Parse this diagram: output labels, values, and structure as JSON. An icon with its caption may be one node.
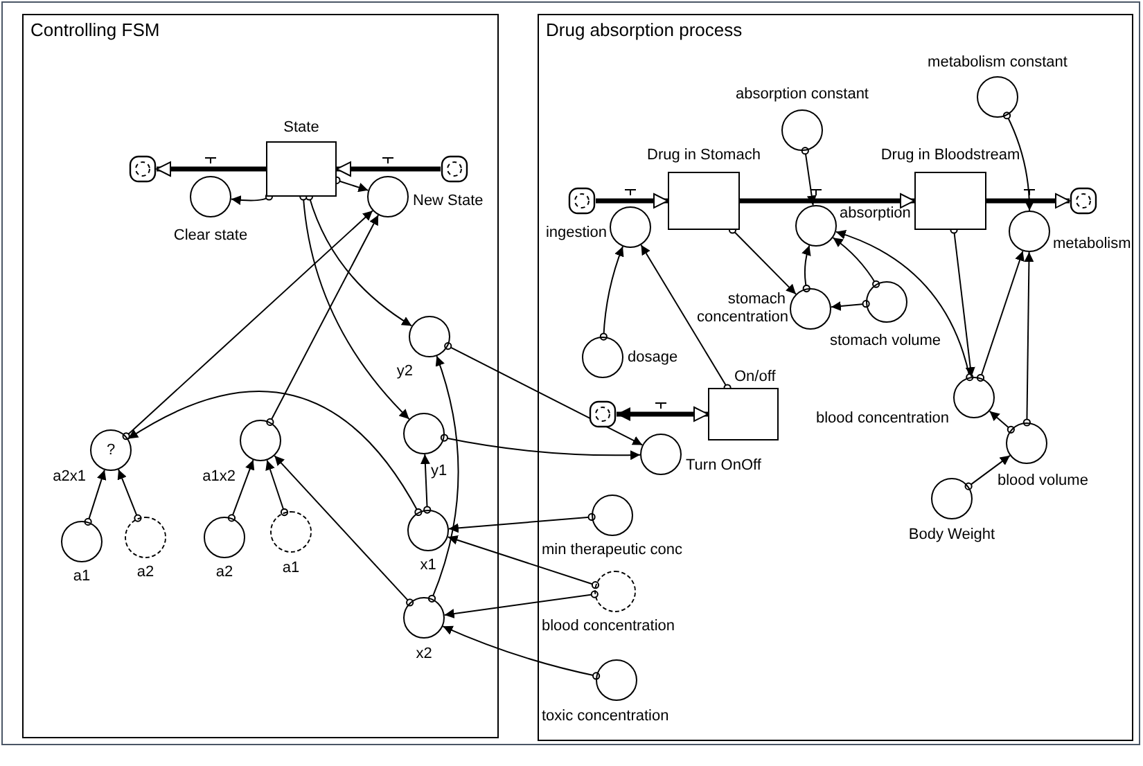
{
  "diagram": {
    "nodes": [
      {
        "text": [
          "Controlling FSM"
        ]
      },
      {
        "text": [
          "Drug absorption process"
        ]
      },
      {
        "text": [
          "State"
        ],
        "in": 0
      },
      {
        "text": [],
        "shape": "cloud",
        "in": 0
      },
      {
        "text": [],
        "shape": "cloud",
        "in": 0
      },
      {
        "text": [
          "Clear state"
        ],
        "in": 0
      },
      {
        "text": [
          "New State"
        ],
        "in": 0
      },
      {
        "text": [
          "y2"
        ],
        "in": 0
      },
      {
        "text": [
          "y1"
        ],
        "in": 0
      },
      {
        "text": [
          "x1"
        ],
        "in": 0
      },
      {
        "text": [
          "x2"
        ],
        "in": 0
      },
      {
        "text": [
          "?",
          "a2x1"
        ],
        "in": 0
      },
      {
        "text": [
          "a1x2"
        ],
        "in": 0
      },
      {
        "text": [
          "a1"
        ],
        "in": 0
      },
      {
        "text": [
          "a2"
        ],
        "in": 0
      },
      {
        "text": [
          "a2"
        ],
        "in": 0
      },
      {
        "text": [
          "a1"
        ],
        "in": 0
      },
      {
        "text": [],
        "shape": "cloud",
        "in": 1
      },
      {
        "text": [
          "Drug in Stomach"
        ],
        "in": 1
      },
      {
        "text": [
          "ingestion"
        ],
        "in": 1
      },
      {
        "text": [
          "absorption constant"
        ],
        "in": 1
      },
      {
        "text": [
          "absorption"
        ],
        "in": 1
      },
      {
        "text": [
          "Drug in Bloodstream"
        ],
        "in": 1
      },
      {
        "text": [
          "metabolism constant"
        ],
        "in": 1
      },
      {
        "text": [
          "metabolism"
        ],
        "in": 1
      },
      {
        "text": [],
        "shape": "cloud",
        "in": 1
      },
      {
        "text": [
          "stomach concentration"
        ],
        "in": 1
      },
      {
        "text": [
          "stomach volume"
        ],
        "in": 1
      },
      {
        "text": [
          "dosage"
        ],
        "in": 1
      },
      {
        "text": [
          "On/off"
        ],
        "in": 1
      },
      {
        "text": [],
        "shape": "cloud",
        "in": 1
      },
      {
        "text": [
          "Turn OnOff"
        ],
        "in": 1
      },
      {
        "text": [
          "min therapeutic conc"
        ],
        "in": 1
      },
      {
        "text": [
          "blood concentration"
        ],
        "in": 1
      },
      {
        "text": [
          "toxic concentration"
        ],
        "in": 1
      },
      {
        "text": [
          "blood concentration"
        ],
        "in": 1
      },
      {
        "text": [
          "blood volume"
        ],
        "in": 1
      },
      {
        "text": [
          "Body Weight"
        ],
        "in": 1
      }
    ],
    "edges": [
      {
        "from": 2,
        "to": 3,
        "arrow": "to",
        "style": "thick"
      },
      {
        "from": 4,
        "to": 2,
        "arrow": "to",
        "style": "thick"
      },
      {
        "from": 2,
        "to": 5,
        "arrow": "to"
      },
      {
        "from": 2,
        "to": 6,
        "arrow": "to"
      },
      {
        "from": 2,
        "to": 7,
        "arrow": "to"
      },
      {
        "from": 2,
        "to": 8,
        "arrow": "to"
      },
      {
        "from": 11,
        "to": 6,
        "arrow": "to"
      },
      {
        "from": 12,
        "to": 6,
        "arrow": "to"
      },
      {
        "from": 9,
        "to": 11,
        "arrow": "to"
      },
      {
        "from": 13,
        "to": 11,
        "arrow": "to"
      },
      {
        "from": 14,
        "to": 11,
        "arrow": "to"
      },
      {
        "from": 15,
        "to": 12,
        "arrow": "to"
      },
      {
        "from": 16,
        "to": 12,
        "arrow": "to"
      },
      {
        "from": 10,
        "to": 12,
        "arrow": "to"
      },
      {
        "from": 10,
        "to": 7,
        "arrow": "to"
      },
      {
        "from": 9,
        "to": 8,
        "arrow": "to"
      },
      {
        "from": 7,
        "to": 31,
        "arrow": "to"
      },
      {
        "from": 8,
        "to": 31,
        "arrow": "to"
      },
      {
        "from": 32,
        "to": 9,
        "arrow": "to"
      },
      {
        "from": 33,
        "to": 9,
        "arrow": "to"
      },
      {
        "from": 33,
        "to": 10,
        "arrow": "to"
      },
      {
        "from": 34,
        "to": 10,
        "arrow": "to"
      },
      {
        "from": 17,
        "to": 18,
        "arrow": "to",
        "style": "thick"
      },
      {
        "from": 18,
        "to": 22,
        "arrow": "to",
        "style": "thick"
      },
      {
        "from": 22,
        "to": 25,
        "arrow": "to",
        "style": "thick"
      },
      {
        "from": 30,
        "to": 29,
        "arrow": "both",
        "style": "thick"
      },
      {
        "from": 28,
        "to": 19,
        "arrow": "to"
      },
      {
        "from": 29,
        "to": 19,
        "arrow": "to"
      },
      {
        "from": 18,
        "to": 26,
        "arrow": "to"
      },
      {
        "from": 27,
        "to": 26,
        "arrow": "to"
      },
      {
        "from": 27,
        "to": 21,
        "arrow": "to"
      },
      {
        "from": 26,
        "to": 21,
        "arrow": "to"
      },
      {
        "from": 20,
        "to": 21,
        "arrow": "to"
      },
      {
        "from": 35,
        "to": 21,
        "arrow": "to"
      },
      {
        "from": 22,
        "to": 35,
        "arrow": "to"
      },
      {
        "from": 35,
        "to": 24,
        "arrow": "to"
      },
      {
        "from": 36,
        "to": 24,
        "arrow": "to"
      },
      {
        "from": 36,
        "to": 35,
        "arrow": "to"
      },
      {
        "from": 37,
        "to": 36,
        "arrow": "to"
      },
      {
        "from": 23,
        "to": 24,
        "arrow": "to"
      }
    ]
  }
}
